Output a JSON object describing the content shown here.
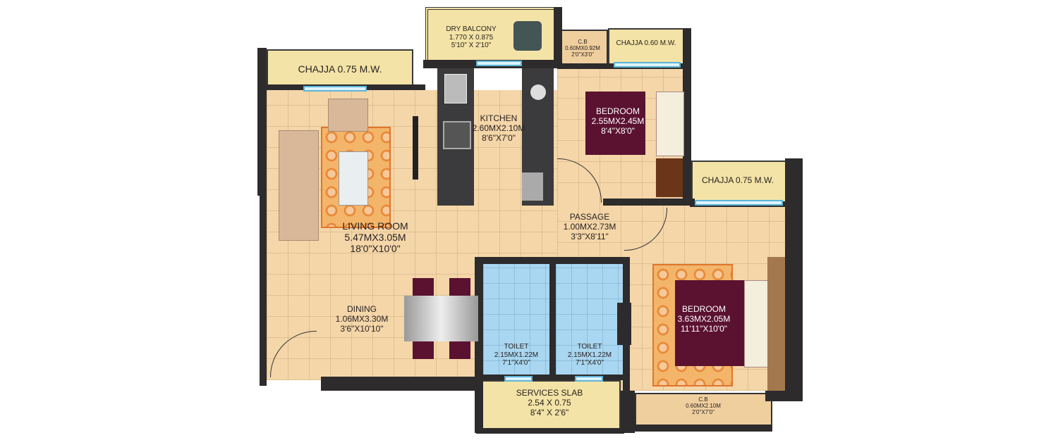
{
  "rooms": {
    "dry_balcony": {
      "name": "DRY BALCONY",
      "metric": "1.770 X 0.875",
      "imperial": "5'10\" X 2'10\""
    },
    "chajja_left": {
      "name": "CHAJJA 0.75 M.W."
    },
    "chajja_top": {
      "name": "CHAJJA 0.60 M.W."
    },
    "chajja_right": {
      "name": "CHAJJA 0.75 M.W."
    },
    "cb_top": {
      "name": "C.B",
      "metric": "0.60MX0.92M",
      "imperial": "2'0\"X3'0\""
    },
    "cb_bottom": {
      "name": "C.B",
      "metric": "0.60MX2.10M",
      "imperial": "2'0\"X7'0\""
    },
    "kitchen": {
      "name": "KITCHEN",
      "metric": "2.60MX2.10M",
      "imperial": "8'6\"X7'0\""
    },
    "bedroom1": {
      "name": "BEDROOM",
      "metric": "2.55MX2.45M",
      "imperial": "8'4\"X8'0\""
    },
    "living": {
      "name": "LIVING ROOM",
      "metric": "5.47MX3.05M",
      "imperial": "18'0\"X10'0\""
    },
    "passage": {
      "name": "PASSAGE",
      "metric": "1.00MX2.73M",
      "imperial": "3'3\"X8'11\""
    },
    "dining": {
      "name": "DINING",
      "metric": "1.06MX3.30M",
      "imperial": "3'6\"X10'10\""
    },
    "toilet1": {
      "name": "TOILET",
      "metric": "2.15MX1.22M",
      "imperial": "7'1\"X4'0\""
    },
    "toilet2": {
      "name": "TOILET",
      "metric": "2.15MX1.22M",
      "imperial": "7'1\"X4'0\""
    },
    "bedroom2": {
      "name": "BEDROOM",
      "metric": "3.63MX2.05M",
      "imperial": "11'11\"X10'0\""
    },
    "services": {
      "name": "SERVICES SLAB",
      "metric": "2.54 X 0.75",
      "imperial": "8'4\" X 2'6\""
    }
  },
  "colors": {
    "wall": "#2d2b2c",
    "floor": "#f4d6a9",
    "balcony": "#f3e3a6",
    "toilet": "#a9d6f0",
    "accent": "#5b1230"
  }
}
